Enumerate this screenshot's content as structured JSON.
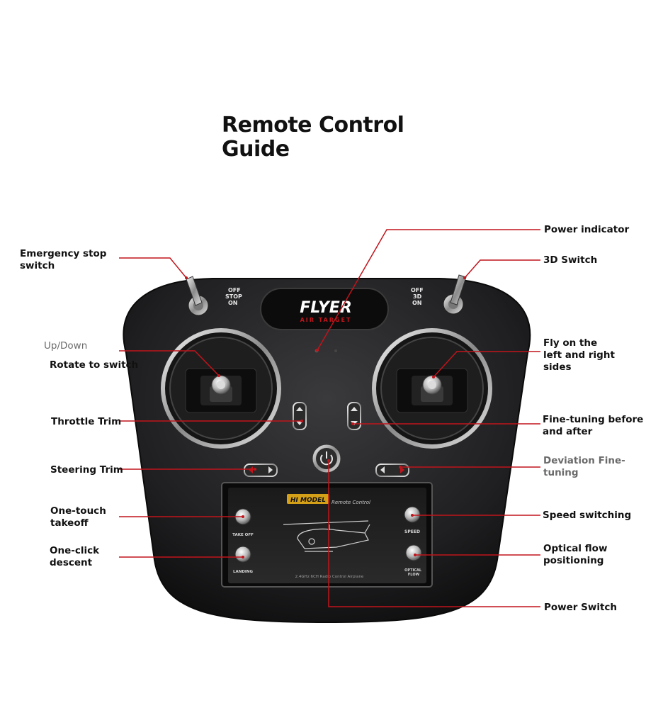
{
  "title": {
    "line1": "Remote Control",
    "line2": "Guide"
  },
  "labels": {
    "emergency_stop": "Emergency stop\nswitch",
    "power_indicator": "Power indicator",
    "switch_3d": "3D Switch",
    "up_down": "Up/Down",
    "rotate_to_switch": "Rotate to switch",
    "fly_left_right": "Fly on the\nleft and right\nsides",
    "throttle_trim": "Throttle Trim",
    "fine_tuning": "Fine-tuning before\nand after",
    "steering_trim": "Steering Trim",
    "deviation_fine_tuning": "Deviation Fine-\ntuning",
    "one_touch_takeoff": "One-touch\ntakeoff",
    "speed_switching": "Speed switching",
    "one_click_descent": "One-click\ndescent",
    "optical_flow": "Optical flow\npositioning",
    "power_switch": "Power Switch"
  },
  "device": {
    "left_switch_label": "OFF\nSTOP\nON",
    "right_switch_label": "OFF\n3D\nON",
    "logo_main": "FLYER",
    "logo_sub": "AIR TARGET",
    "screen_brand": "HI MODEL",
    "screen_brand_sub": "Remote Control",
    "screen_caption": "2.4GHz 6CH Radio Control Airplane",
    "takeoff_label": "TAKE OFF",
    "landing_label": "LANDING",
    "speed_label": "SPEED",
    "optical_label": "OPTICAL\nFLOW"
  },
  "colors": {
    "leader": "#c0141b",
    "body": "#1c1c1e",
    "text": "#111111",
    "grey_text": "#6a6a6a"
  }
}
